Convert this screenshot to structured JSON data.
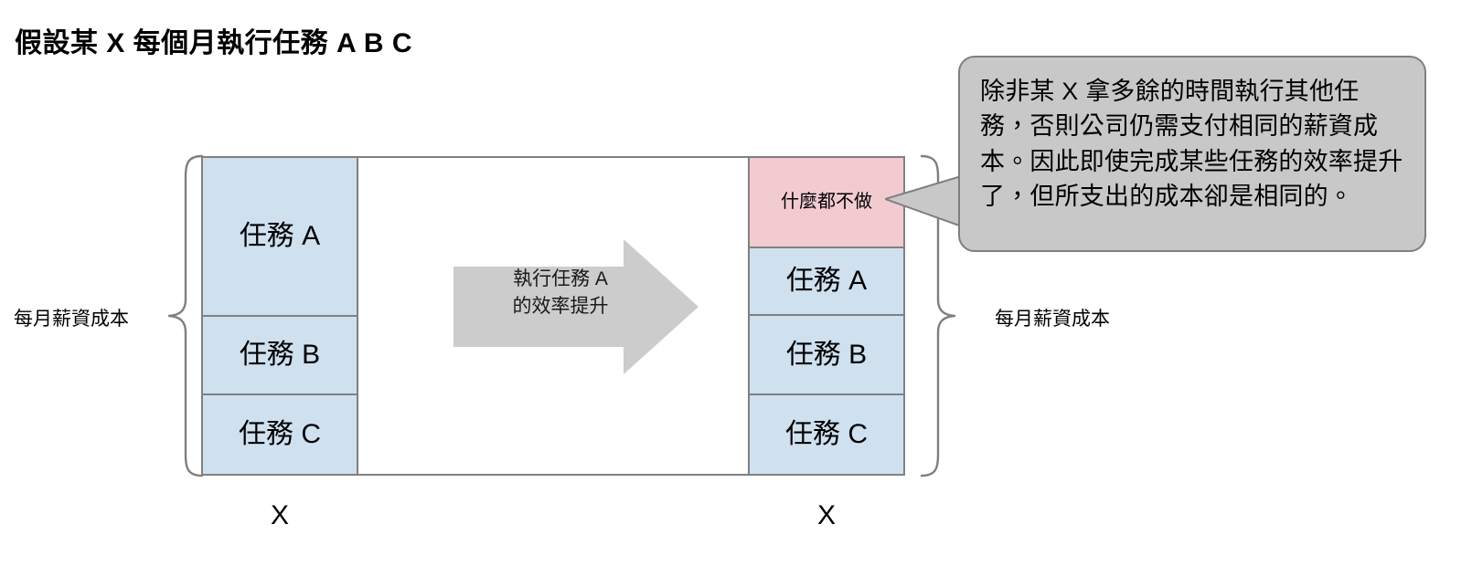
{
  "title": "假設某 X 每個月執行任務 A B C",
  "diagram": {
    "left_stack": {
      "bottom_label": "X",
      "brace_label": "每月薪資成本",
      "cells": [
        {
          "label": "任務 A",
          "color": "#cfe0ef",
          "kind": "blue",
          "size": "large"
        },
        {
          "label": "任務 B",
          "color": "#cfe0ef",
          "kind": "blue",
          "size": "large"
        },
        {
          "label": "任務 C",
          "color": "#cfe0ef",
          "kind": "blue",
          "size": "large"
        }
      ]
    },
    "right_stack": {
      "bottom_label": "X",
      "brace_label": "每月薪資成本",
      "cells": [
        {
          "label": "什麼都不做",
          "color": "#f2cbd1",
          "kind": "pink",
          "size": "small"
        },
        {
          "label": "任務 A",
          "color": "#cfe0ef",
          "kind": "blue",
          "size": "large"
        },
        {
          "label": "任務 B",
          "color": "#cfe0ef",
          "kind": "blue",
          "size": "large"
        },
        {
          "label": "任務 C",
          "color": "#cfe0ef",
          "kind": "blue",
          "size": "large"
        }
      ]
    },
    "arrow": {
      "line1": "執行任務 A",
      "line2": "的效率提升",
      "color": "#cccccc"
    },
    "callout": {
      "text": "除非某 X 拿多餘的時間執行其他任務，否則公司仍需支付相同的薪資成本。因此即使完成某些任務的效率提升了，但所支出的成本卻是相同的。",
      "fill": "#c8c8c8",
      "stroke": "#7f7f7f"
    }
  },
  "colors": {
    "blue_cell": "#cfe0ef",
    "pink_cell": "#f2cbd1",
    "cell_border": "#808080",
    "arrow_grey": "#cccccc",
    "callout_grey": "#c8c8c8",
    "brace_grey": "#7f7f7f"
  }
}
